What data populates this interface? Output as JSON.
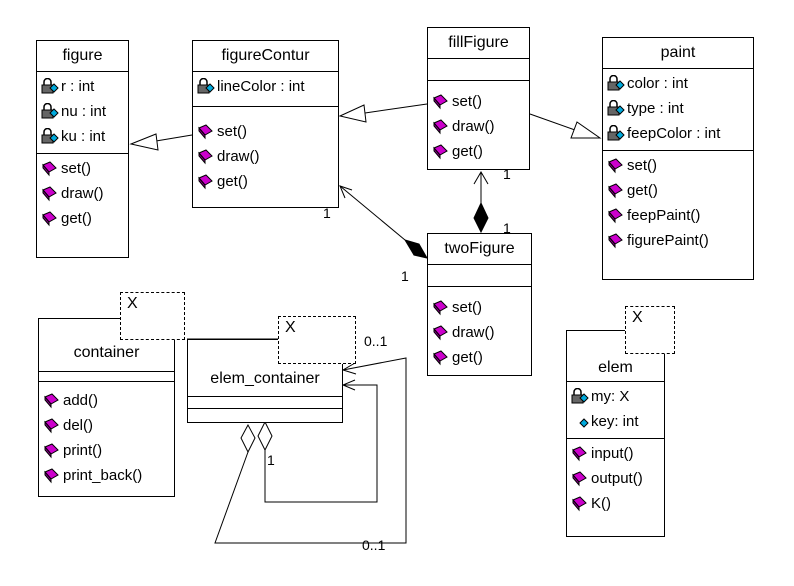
{
  "classes": {
    "figure": {
      "name": "figure",
      "attrs": [
        "r : int",
        "nu : int",
        "ku : int"
      ],
      "ops": [
        "set()",
        "draw()",
        "get()"
      ]
    },
    "figureContur": {
      "name": "figureContur",
      "attrs": [
        "lineColor : int"
      ],
      "ops": [
        "set()",
        "draw()",
        "get()"
      ]
    },
    "fillFigure": {
      "name": "fillFigure",
      "ops": [
        "set()",
        "draw()",
        "get()"
      ]
    },
    "paint": {
      "name": "paint",
      "attrs": [
        "color : int",
        "type : int",
        "feepColor : int"
      ],
      "ops": [
        "set()",
        "get()",
        "feepPaint()",
        "figurePaint()"
      ]
    },
    "twoFigure": {
      "name": "twoFigure",
      "ops": [
        "set()",
        "draw()",
        "get()"
      ]
    },
    "container": {
      "name": "container",
      "template": "X",
      "ops": [
        "add()",
        "del()",
        "print()",
        "print_back()"
      ]
    },
    "elem_container": {
      "name": "elem_container",
      "template": "X"
    },
    "elem": {
      "name": "elem",
      "template": "X",
      "attrs": [
        "my: X",
        "key: int"
      ],
      "ops": [
        "input()",
        "output()",
        "K()"
      ]
    }
  },
  "multiplicities": {
    "m1": "1",
    "m2": "1",
    "m3": "1",
    "m4": "1",
    "m5": "0..1",
    "m6": "1",
    "m7": "0..1"
  },
  "colors": {
    "operation_icon": "#cc00cc",
    "attribute_icon": "#00aadd",
    "lock_icon": "#555555"
  }
}
